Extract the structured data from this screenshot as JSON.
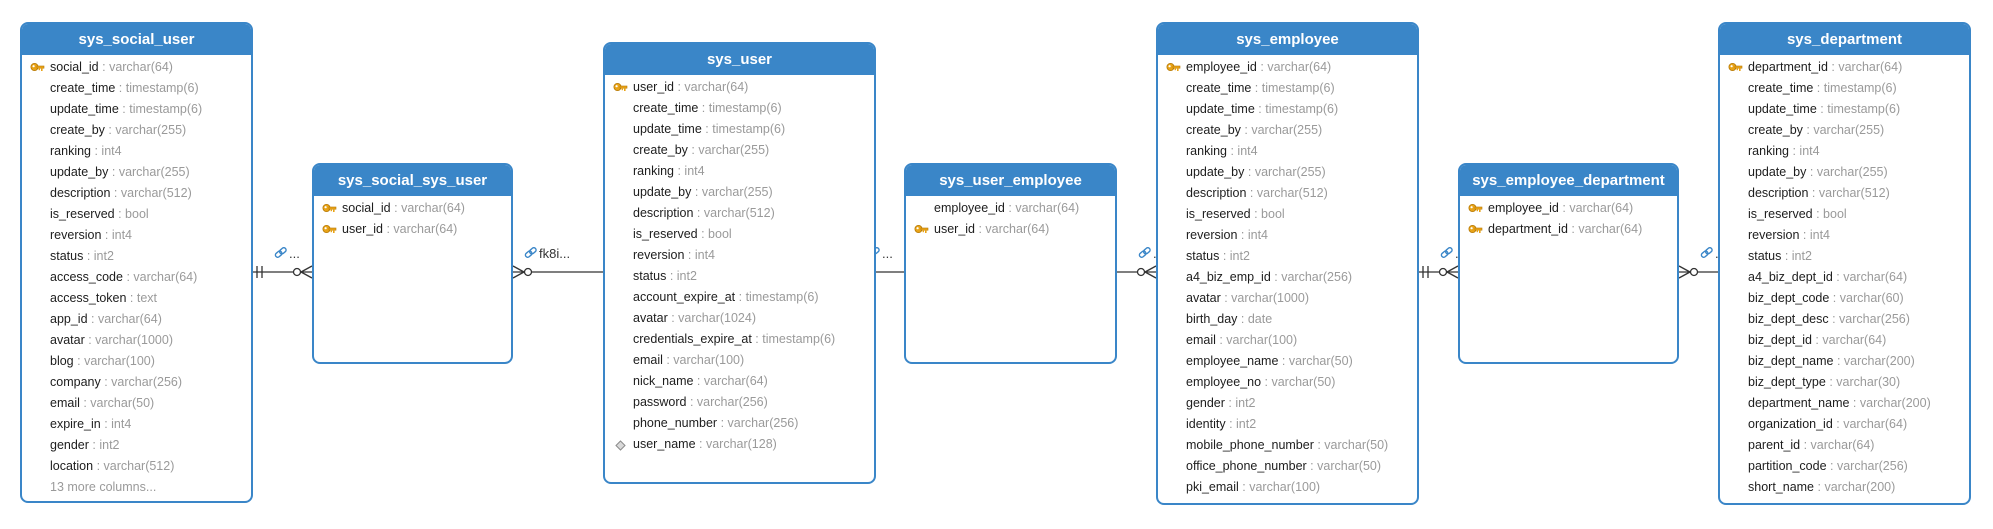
{
  "tables": {
    "sys_social_user": {
      "title": "sys_social_user",
      "columns": [
        {
          "name": "social_id",
          "type": "varchar(64)",
          "key": "pk"
        },
        {
          "name": "create_time",
          "type": "timestamp(6)"
        },
        {
          "name": "update_time",
          "type": "timestamp(6)"
        },
        {
          "name": "create_by",
          "type": "varchar(255)"
        },
        {
          "name": "ranking",
          "type": "int4"
        },
        {
          "name": "update_by",
          "type": "varchar(255)"
        },
        {
          "name": "description",
          "type": "varchar(512)"
        },
        {
          "name": "is_reserved",
          "type": "bool"
        },
        {
          "name": "reversion",
          "type": "int4"
        },
        {
          "name": "status",
          "type": "int2"
        },
        {
          "name": "access_code",
          "type": "varchar(64)"
        },
        {
          "name": "access_token",
          "type": "text"
        },
        {
          "name": "app_id",
          "type": "varchar(64)"
        },
        {
          "name": "avatar",
          "type": "varchar(1000)"
        },
        {
          "name": "blog",
          "type": "varchar(100)"
        },
        {
          "name": "company",
          "type": "varchar(256)"
        },
        {
          "name": "email",
          "type": "varchar(50)"
        },
        {
          "name": "expire_in",
          "type": "int4"
        },
        {
          "name": "gender",
          "type": "int2"
        },
        {
          "name": "location",
          "type": "varchar(512)"
        }
      ],
      "more": "13 more columns..."
    },
    "sys_social_sys_user": {
      "title": "sys_social_sys_user",
      "columns": [
        {
          "name": "social_id",
          "type": "varchar(64)",
          "key": "pk"
        },
        {
          "name": "user_id",
          "type": "varchar(64)",
          "key": "pk"
        }
      ]
    },
    "sys_user": {
      "title": "sys_user",
      "columns": [
        {
          "name": "user_id",
          "type": "varchar(64)",
          "key": "pk"
        },
        {
          "name": "create_time",
          "type": "timestamp(6)"
        },
        {
          "name": "update_time",
          "type": "timestamp(6)"
        },
        {
          "name": "create_by",
          "type": "varchar(255)"
        },
        {
          "name": "ranking",
          "type": "int4"
        },
        {
          "name": "update_by",
          "type": "varchar(255)"
        },
        {
          "name": "description",
          "type": "varchar(512)"
        },
        {
          "name": "is_reserved",
          "type": "bool"
        },
        {
          "name": "reversion",
          "type": "int4"
        },
        {
          "name": "status",
          "type": "int2"
        },
        {
          "name": "account_expire_at",
          "type": "timestamp(6)"
        },
        {
          "name": "avatar",
          "type": "varchar(1024)"
        },
        {
          "name": "credentials_expire_at",
          "type": "timestamp(6)"
        },
        {
          "name": "email",
          "type": "varchar(100)"
        },
        {
          "name": "nick_name",
          "type": "varchar(64)"
        },
        {
          "name": "password",
          "type": "varchar(256)"
        },
        {
          "name": "phone_number",
          "type": "varchar(256)"
        },
        {
          "name": "user_name",
          "type": "varchar(128)",
          "key": "unique"
        }
      ]
    },
    "sys_user_employee": {
      "title": "sys_user_employee",
      "columns": [
        {
          "name": "employee_id",
          "type": "varchar(64)"
        },
        {
          "name": "user_id",
          "type": "varchar(64)",
          "key": "pk"
        }
      ]
    },
    "sys_employee": {
      "title": "sys_employee",
      "columns": [
        {
          "name": "employee_id",
          "type": "varchar(64)",
          "key": "pk"
        },
        {
          "name": "create_time",
          "type": "timestamp(6)"
        },
        {
          "name": "update_time",
          "type": "timestamp(6)"
        },
        {
          "name": "create_by",
          "type": "varchar(255)"
        },
        {
          "name": "ranking",
          "type": "int4"
        },
        {
          "name": "update_by",
          "type": "varchar(255)"
        },
        {
          "name": "description",
          "type": "varchar(512)"
        },
        {
          "name": "is_reserved",
          "type": "bool"
        },
        {
          "name": "reversion",
          "type": "int4"
        },
        {
          "name": "status",
          "type": "int2"
        },
        {
          "name": "a4_biz_emp_id",
          "type": "varchar(256)"
        },
        {
          "name": "avatar",
          "type": "varchar(1000)"
        },
        {
          "name": "birth_day",
          "type": "date"
        },
        {
          "name": "email",
          "type": "varchar(100)"
        },
        {
          "name": "employee_name",
          "type": "varchar(50)"
        },
        {
          "name": "employee_no",
          "type": "varchar(50)"
        },
        {
          "name": "gender",
          "type": "int2"
        },
        {
          "name": "identity",
          "type": "int2"
        },
        {
          "name": "mobile_phone_number",
          "type": "varchar(50)"
        },
        {
          "name": "office_phone_number",
          "type": "varchar(50)"
        },
        {
          "name": "pki_email",
          "type": "varchar(100)"
        }
      ]
    },
    "sys_employee_department": {
      "title": "sys_employee_department",
      "columns": [
        {
          "name": "employee_id",
          "type": "varchar(64)",
          "key": "pk"
        },
        {
          "name": "department_id",
          "type": "varchar(64)",
          "key": "pk"
        }
      ]
    },
    "sys_department": {
      "title": "sys_department",
      "columns": [
        {
          "name": "department_id",
          "type": "varchar(64)",
          "key": "pk"
        },
        {
          "name": "create_time",
          "type": "timestamp(6)"
        },
        {
          "name": "update_time",
          "type": "timestamp(6)"
        },
        {
          "name": "create_by",
          "type": "varchar(255)"
        },
        {
          "name": "ranking",
          "type": "int4"
        },
        {
          "name": "update_by",
          "type": "varchar(255)"
        },
        {
          "name": "description",
          "type": "varchar(512)"
        },
        {
          "name": "is_reserved",
          "type": "bool"
        },
        {
          "name": "reversion",
          "type": "int4"
        },
        {
          "name": "status",
          "type": "int2"
        },
        {
          "name": "a4_biz_dept_id",
          "type": "varchar(64)"
        },
        {
          "name": "biz_dept_code",
          "type": "varchar(60)"
        },
        {
          "name": "biz_dept_desc",
          "type": "varchar(256)"
        },
        {
          "name": "biz_dept_id",
          "type": "varchar(64)"
        },
        {
          "name": "biz_dept_name",
          "type": "varchar(200)"
        },
        {
          "name": "biz_dept_type",
          "type": "varchar(30)"
        },
        {
          "name": "department_name",
          "type": "varchar(200)"
        },
        {
          "name": "organization_id",
          "type": "varchar(64)"
        },
        {
          "name": "parent_id",
          "type": "varchar(64)"
        },
        {
          "name": "partition_code",
          "type": "varchar(256)"
        },
        {
          "name": "short_name",
          "type": "varchar(200)"
        }
      ]
    }
  },
  "relations": [
    {
      "label": "...",
      "from": "sys_social_user",
      "to": "sys_social_sys_user"
    },
    {
      "label": "fk8i...",
      "from": "sys_social_sys_user",
      "to": "sys_user"
    },
    {
      "label": "...",
      "from": "sys_user",
      "to": "sys_user_employee"
    },
    {
      "label": "...",
      "from": "sys_user_employee",
      "to": "sys_employee"
    },
    {
      "label": "...",
      "from": "sys_employee",
      "to": "sys_employee_department"
    },
    {
      "label": "...",
      "from": "sys_employee_department",
      "to": "sys_department"
    }
  ],
  "colors": {
    "header": "#3a86c8",
    "border": "#3a86c8",
    "key": "#e8a317",
    "type_text": "#9a9a9a",
    "line": "#333333",
    "link_icon": "#3a86c8"
  },
  "icons": {
    "primary_key": "key-icon",
    "unique": "diamond-icon",
    "relation": "link-icon"
  }
}
